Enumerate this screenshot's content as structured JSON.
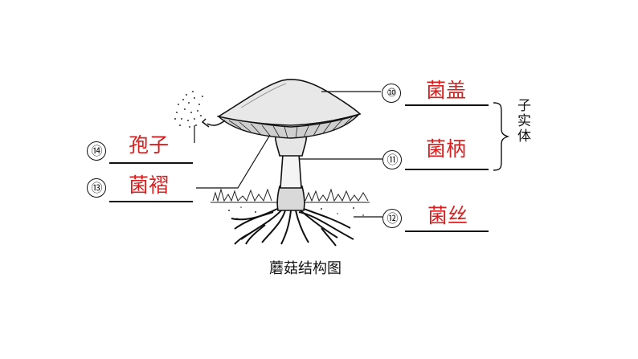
{
  "diagram": {
    "caption": "蘑菇结构图",
    "group_label": "子实体",
    "labels": [
      {
        "number": "⑩",
        "answer": "菌盖"
      },
      {
        "number": "⑪",
        "answer": "菌柄"
      },
      {
        "number": "⑫",
        "answer": "菌丝"
      },
      {
        "number": "⑬",
        "answer": "菌褶"
      },
      {
        "number": "⑭",
        "answer": "孢子"
      }
    ]
  }
}
